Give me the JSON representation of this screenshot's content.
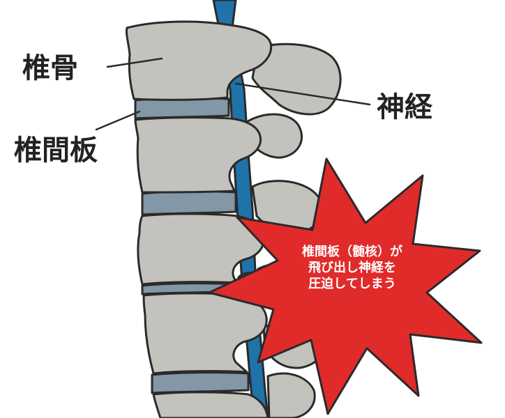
{
  "labels": {
    "vertebra": "椎骨",
    "disc": "椎間板",
    "nerve": "神経"
  },
  "callout": {
    "line1": "椎間板（髄核）が",
    "line2": "飛び出し神経を",
    "line3": "圧迫してしまう"
  },
  "colors": {
    "bone": "#c4c2bd",
    "disc": "#8397a6",
    "nerve": "#1f73a8",
    "burst": "#e12a2a",
    "outline": "#2a2a2a",
    "text": "#222222"
  }
}
